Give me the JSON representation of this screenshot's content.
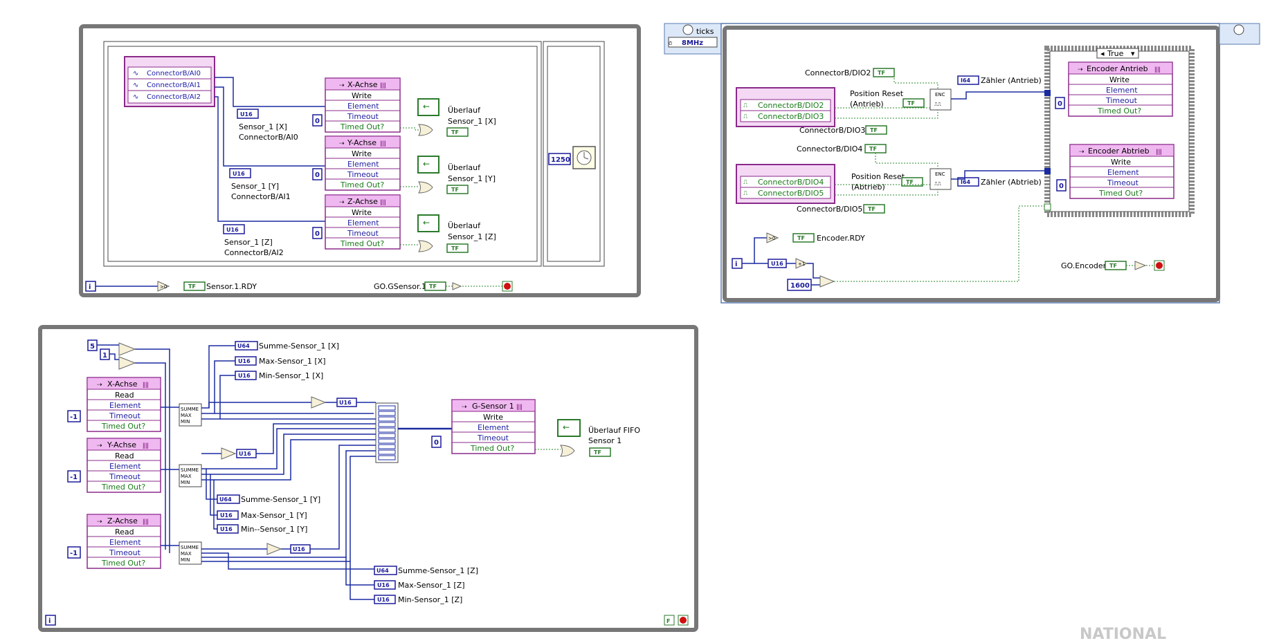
{
  "diagram1": {
    "channels": [
      "ConnectorB/AI0",
      "ConnectorB/AI1",
      "ConnectorB/AI2"
    ],
    "fifos": [
      {
        "name": "X-Achse",
        "rows": [
          "Write",
          "Element",
          "Timeout",
          "Timed Out?"
        ],
        "const": "0",
        "overflow1": "Überlauf",
        "overflow2": "Sensor_1 [X]",
        "cast": "U16",
        "label1": "Sensor_1 [X]",
        "label2": "ConnectorB/AI0"
      },
      {
        "name": "Y-Achse",
        "rows": [
          "Write",
          "Element",
          "Timeout",
          "Timed Out?"
        ],
        "const": "0",
        "overflow1": "Überlauf",
        "overflow2": "Sensor_1 [Y]",
        "cast": "U16",
        "label1": "Sensor_1 [Y]",
        "label2": "ConnectorB/AI1"
      },
      {
        "name": "Z-Achse",
        "rows": [
          "Write",
          "Element",
          "Timeout",
          "Timed Out?"
        ],
        "const": "0",
        "overflow1": "Überlauf",
        "overflow2": "Sensor_1 [Z]",
        "cast": "U16",
        "label1": "Sensor_1 [Z]",
        "label2": "ConnectorB/AI2"
      }
    ],
    "loop_time": "1250",
    "iter": "i",
    "rdy": "Sensor.1.RDY",
    "go": "GO.GSensor.1",
    "tf": "TF"
  },
  "timer": {
    "label": "ticks",
    "value": "8MHz"
  },
  "diagram2": {
    "dio2": "ConnectorB/DIO2",
    "dio3": "ConnectorB/DIO3",
    "dio4": "ConnectorB/DIO4",
    "dio5": "ConnectorB/DIO5",
    "reset1a": "Position Reset",
    "reset1b": "(Antrieb)",
    "reset2a": "Position Reset",
    "reset2b": "(Abtrieb)",
    "counter1": "Zähler (Antrieb)",
    "counter2": "Zähler (Abtrieb)",
    "i64": "I64",
    "enc": "ENC",
    "case_sel": "True",
    "fifo1": {
      "name": "Encoder Antrieb",
      "rows": [
        "Write",
        "Element",
        "Timeout",
        "Timed Out?"
      ]
    },
    "fifo2": {
      "name": "Encoder Abtrieb",
      "rows": [
        "Write",
        "Element",
        "Timeout",
        "Timed Out?"
      ]
    },
    "const0": "0",
    "rdy": "Encoder.RDY",
    "go": "GO.Encoder",
    "const1600": "1600",
    "u16": "U16",
    "iter": "i"
  },
  "diagram3": {
    "const5": "5",
    "const1": "1",
    "constm1": "-1",
    "fifos": [
      {
        "name": "X-Achse",
        "rows": [
          "Read",
          "Element",
          "Timeout",
          "Timed Out?"
        ]
      },
      {
        "name": "Y-Achse",
        "rows": [
          "Read",
          "Element",
          "Timeout",
          "Timed Out?"
        ]
      },
      {
        "name": "Z-Achse",
        "rows": [
          "Read",
          "Element",
          "Timeout",
          "Timed Out?"
        ]
      }
    ],
    "summe": [
      "SUMME",
      "MAX",
      "MIN"
    ],
    "outx": [
      "Summe-Sensor_1 [X]",
      "Max-Sensor_1 [X]",
      "Min-Sensor_1 [X]"
    ],
    "outy": [
      "Summe-Sensor_1 [Y]",
      "Max-Sensor_1 [Y]",
      "Min--Sensor_1 [Y]"
    ],
    "outz": [
      "Summe-Sensor_1 [Z]",
      "Max-Sensor_1 [Z]",
      "Min-Sensor_1 [Z]"
    ],
    "gfifo": {
      "name": "G-Sensor 1",
      "rows": [
        "Write",
        "Element",
        "Timeout",
        "Timed Out?"
      ]
    },
    "gconst": "0",
    "ovf1": "Überlauf FIFO",
    "ovf2": "Sensor 1",
    "u64": "U64",
    "u16": "U16",
    "stopF": "F",
    "iter": "i"
  },
  "watermark": "NATIONAL"
}
